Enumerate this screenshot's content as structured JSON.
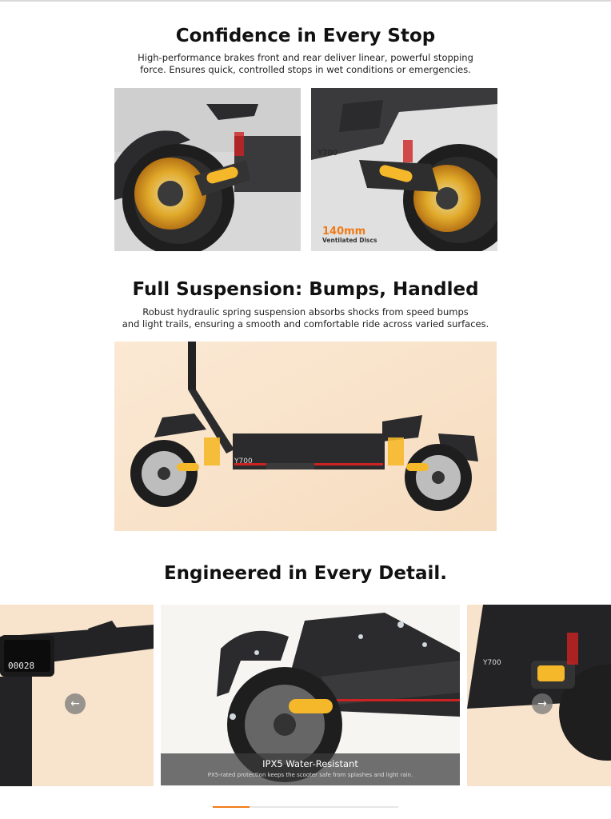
{
  "brakes": {
    "title": "Confidence in Every Stop",
    "description_line1": "High-performance brakes front and rear deliver linear, powerful stopping",
    "description_line2": "force. Ensures quick, controlled stops in wet conditions or emergencies.",
    "disc_size": "140mm",
    "disc_label": "Ventilated Discs",
    "model_badge": "Y700"
  },
  "suspension": {
    "title": "Full Suspension: Bumps, Handled",
    "description_line1": "Robust hydraulic spring suspension absorbs shocks from speed bumps",
    "description_line2": "and light trails, ensuring a smooth and comfortable ride across varied surfaces.",
    "model_badge": "Y700"
  },
  "details": {
    "title": "Engineered in Every Detail.",
    "display_readout": "00028",
    "prev_label": "←",
    "next_label": "→",
    "slide_title": "IPX5 Water-Resistant",
    "slide_subtitle": "PX5-rated protection keeps the scooter safe from splashes and light rain.",
    "model_badge": "Y700"
  },
  "colors": {
    "accent": "#f07a16",
    "glow": "#f5b82a",
    "scooter_body": "#2b2b2d",
    "warm_background": "#f8e4cc"
  },
  "carousel": {
    "active_index": 1,
    "total_slides": 5
  }
}
